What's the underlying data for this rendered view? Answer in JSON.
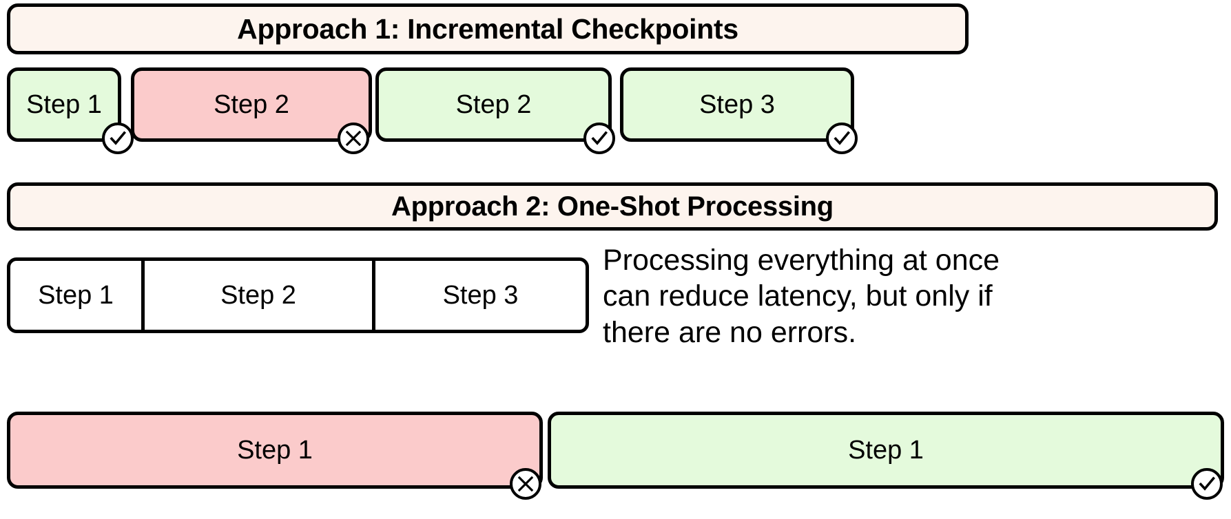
{
  "colors": {
    "success_fill": "#e4fadc",
    "failure_fill": "#fbcbcb",
    "banner_fill": "#fdf4ee",
    "plain_fill": "#ffffff",
    "stroke": "#000000"
  },
  "approach_1": {
    "banner_title": "Approach 1: Incremental Checkpoints",
    "steps": [
      {
        "label": "Step 1",
        "status": "success",
        "badge_icon": "check-icon"
      },
      {
        "label": "Step 2",
        "status": "failure",
        "badge_icon": "x-icon"
      },
      {
        "label": "Step 2",
        "status": "success",
        "badge_icon": "check-icon"
      },
      {
        "label": "Step 3",
        "status": "success",
        "badge_icon": "check-icon"
      }
    ]
  },
  "approach_2": {
    "banner_title": "Approach 2: One-Shot Processing",
    "segmented_bar": {
      "segments": [
        {
          "label": "Step 1"
        },
        {
          "label": "Step 2"
        },
        {
          "label": "Step 3"
        }
      ]
    },
    "note": "Processing everything at once can reduce latency, but only if there are no errors.",
    "outcome_bars": [
      {
        "label": "Step 1",
        "status": "failure",
        "badge_icon": "x-icon"
      },
      {
        "label": "Step 1",
        "status": "success",
        "badge_icon": "check-icon"
      }
    ]
  }
}
